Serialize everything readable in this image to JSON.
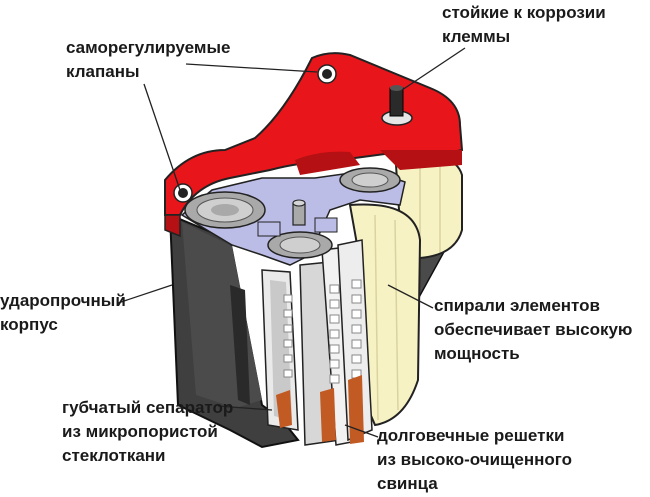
{
  "labels": {
    "valves": [
      "саморегулируемые",
      "клапаны"
    ],
    "terminals": [
      "стойкие к коррозии",
      "клеммы"
    ],
    "case": [
      "ударопрочный",
      "корпус"
    ],
    "spiral": [
      "спирали элементов",
      "обеспечивает высокую",
      "мощность"
    ],
    "separator": [
      "губчатый сепаратор",
      "из микропористой",
      "стеклоткани"
    ],
    "grids": [
      "долговечные решетки",
      "из высоко-очищенного",
      "свинца"
    ]
  },
  "colors": {
    "lid": "#e8161b",
    "case": "#3f3f3f",
    "cell_yellow": "#f7f2c4",
    "separator_lilac": "#bcbde6",
    "spiral_gray": "#a9a9a9",
    "lead_orange": "#c25a23",
    "text": "#1a1a1a"
  }
}
